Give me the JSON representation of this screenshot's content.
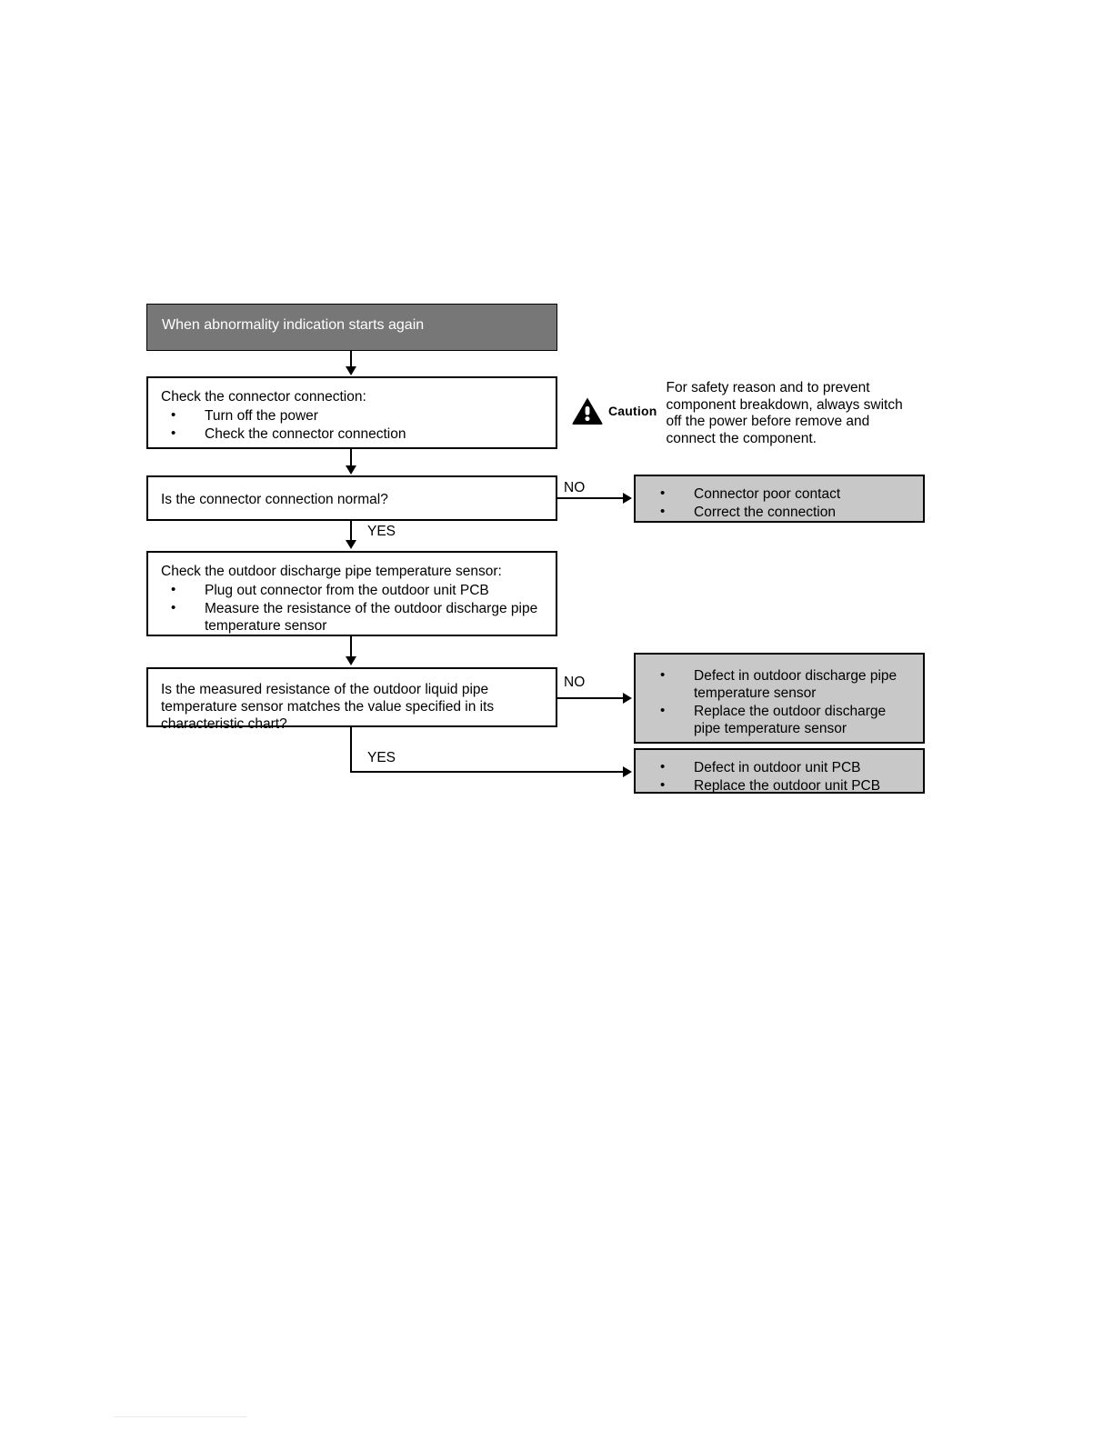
{
  "diagram": {
    "title_bar": {
      "label": "When abnormality indication starts again"
    },
    "steps": {
      "check_connector": {
        "lead": "Check the connector connection:",
        "bullets": [
          "Turn off the power",
          "Check the connector connection"
        ]
      },
      "decision_connector": {
        "question": "Is the connector connection normal?"
      },
      "check_sensor": {
        "lead": "Check the outdoor discharge pipe temperature sensor:",
        "bullets": [
          "Plug out connector from the outdoor unit PCB",
          "Measure the resistance of the outdoor discharge pipe temperature sensor"
        ]
      },
      "decision_resistance": {
        "question": "Is the measured resistance of the outdoor liquid pipe temperature sensor matches the value specified in its characteristic chart?"
      }
    },
    "results": {
      "connector_fault": [
        "Connector poor contact",
        "Correct the connection"
      ],
      "sensor_fault": [
        "Defect in outdoor discharge pipe temperature sensor",
        "Replace the outdoor discharge pipe temperature sensor"
      ],
      "pcb_fault": [
        "Defect in outdoor unit PCB",
        "Replace the outdoor unit PCB"
      ]
    },
    "edge_labels": {
      "no_1": "NO",
      "yes_1": "YES",
      "no_2": "NO",
      "yes_2": "YES"
    },
    "caution": {
      "word": "Caution",
      "text": "For safety reason and to prevent component breakdown, always switch off the power before remove and connect the component."
    },
    "colors": {
      "header_bg": "#777777",
      "result_bg": "#c8c8c8",
      "line": "#000000",
      "page_bg": "#ffffff"
    }
  }
}
